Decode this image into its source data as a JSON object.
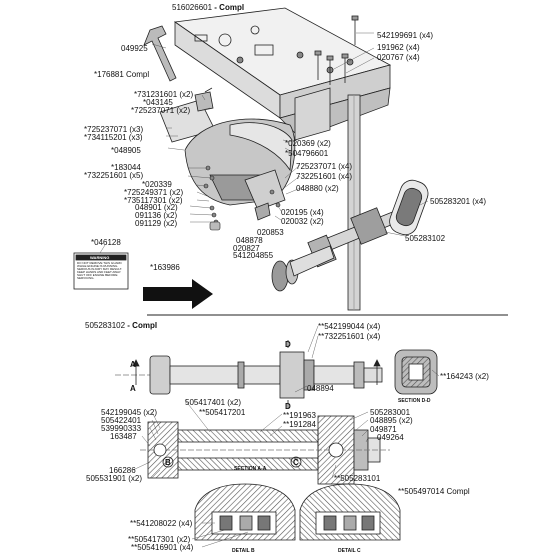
{
  "colors": {
    "line": "#222222",
    "fill_light": "#e8e8e8",
    "fill_mid": "#bdbdbd",
    "fill_dark": "#6e6e6e",
    "hatch": "#555555"
  },
  "top": {
    "assembly": {
      "number": "516026601",
      "suffix": "- Compl"
    },
    "labels": {
      "p049925": "049925",
      "p176881": "*176881 Compl",
      "p542199691": "542199691 (x4)",
      "p191962": "191962 (x4)",
      "p020767": "020767 (x4)",
      "p731231601": "*731231601 (x2)",
      "p043145": "*043145",
      "p725237071a": "*725237071 (x2)",
      "p725237071b": "*725237071 (x3)",
      "p734115201": "*734115201 (x3)",
      "p048905": "*048905",
      "p020369": "*020369 (x2)",
      "p504796601": "*504796601",
      "p183044": "*183044",
      "p732251601a": "*732251601 (x5)",
      "p725237071c": "725237071 (x4)",
      "p732251601b": "732251601 (x4)",
      "p048880": "048880 (x2)",
      "p020339": "*020339",
      "p725249371": "*725249371 (x2)",
      "p735117301": "*735117301 (x2)",
      "p048901": "048901 (x2)",
      "p091136": "091136 (x2)",
      "p091129": "091129 (x2)",
      "p020195": "020195 (x4)",
      "p020032": "020032 (x2)",
      "p020853": "020853",
      "p048878": "048878",
      "p020827": "020827",
      "p541204855": "541204855",
      "p505283201": "505283201 (x4)",
      "p505283102": "505283102",
      "p046128": "*046128",
      "p163986": "*163986"
    }
  },
  "bottom": {
    "assembly": {
      "number": "505283102",
      "suffix": "- Compl"
    },
    "labels": {
      "p542199044": "**542199044 (x4)",
      "p732251601": "**732251601 (x4)",
      "p164243": "**164243 (x2)",
      "p048894": "048894",
      "p542199045": "542199045 (x2)",
      "p505422401": "505422401",
      "p539990333": "539990333",
      "p163487": "163487",
      "p505417401": "505417401 (x2)",
      "p505417201": "**505417201",
      "p191963": "**191963",
      "p191284": "**191284",
      "p505283001": "505283001",
      "p048895": "048895 (x2)",
      "p049871": "049871",
      "p049264": "049264",
      "p166286": "166286",
      "p505531901": "505531901 (x2)",
      "p505283101": "**505283101",
      "p505497014": "**505497014 Compl",
      "p541208022": "**541208022 (x4)",
      "p505417301": "**505417301 (x2)",
      "p505416901": "**505416901 (x4)"
    },
    "callouts": {
      "a": "A",
      "b": "B",
      "c": "C",
      "d": "D"
    },
    "captions": {
      "section_dd": "SECTION D-D",
      "section_aa": "SECTION A-A",
      "detail_b": "DETAIL B",
      "detail_c": "DETAIL C"
    }
  },
  "warning_label": {
    "title": "WARNING",
    "text": "DO NOT REMOVE THIS GUARD WHILE ENGINE IS RUNNING. SERIOUS INJURY MAY RESULT. KEEP HANDS AND FEET AWAY. SHUT OFF ENGINE BEFORE SERVICING."
  }
}
